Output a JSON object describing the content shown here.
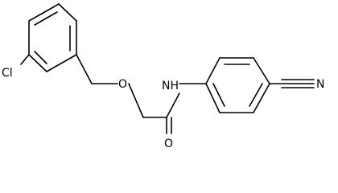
{
  "molecule": {
    "atom_labels": {
      "chlorine": "Cl",
      "ether_oxygen": "O",
      "amide_nh": "NH",
      "carbonyl_oxygen": "O",
      "nitrile_nitrogen": "N"
    }
  },
  "colors": {
    "bond": "#000000",
    "label": "#000000",
    "background": "#ffffff"
  }
}
